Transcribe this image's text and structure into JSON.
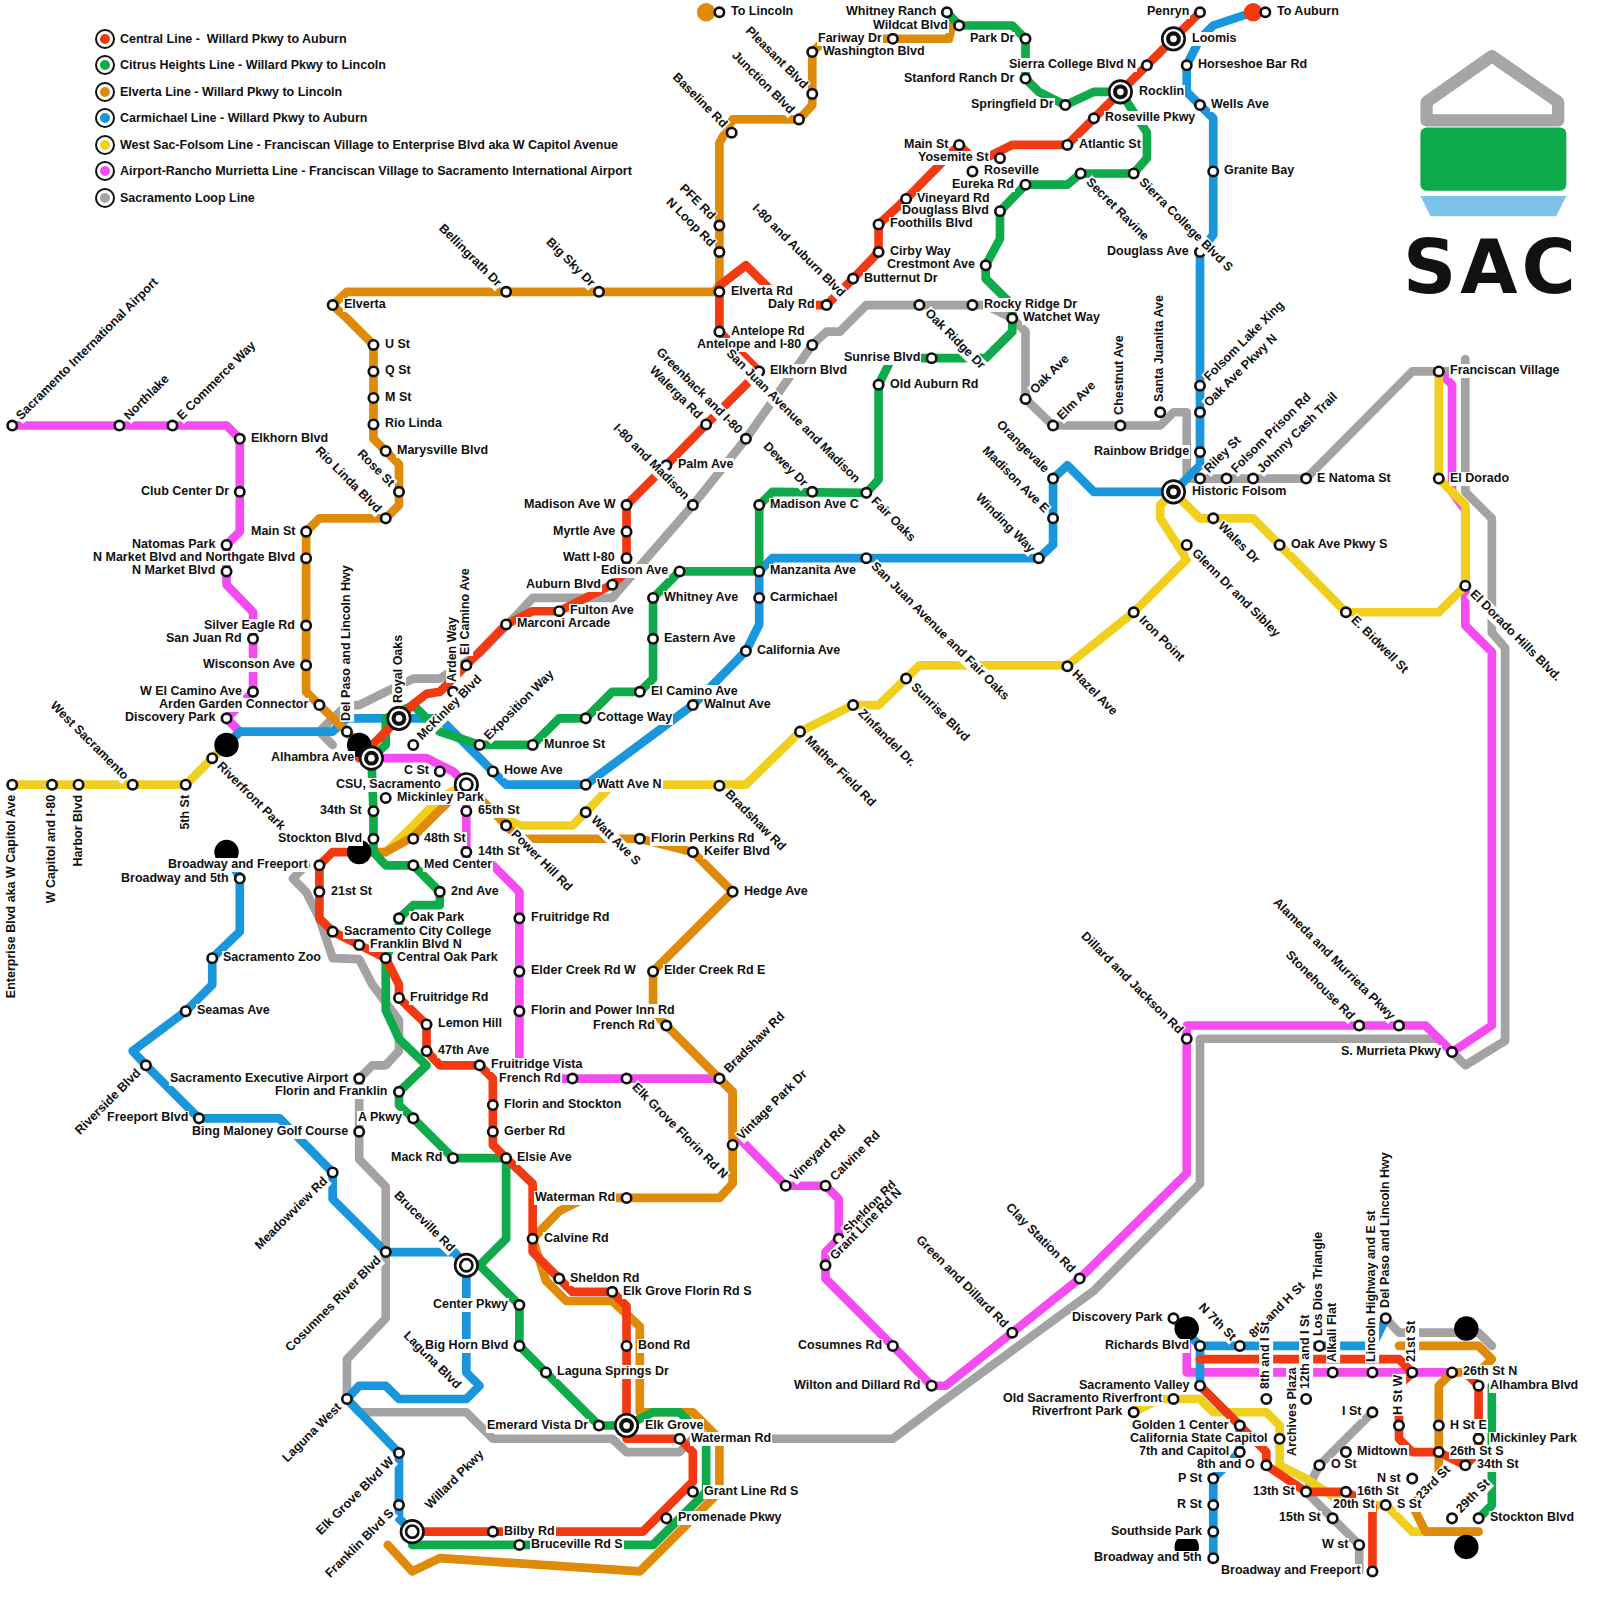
{
  "diagram": {
    "labels": [
      "To Lincoln",
      "To Auburn",
      "Whitney Ranch",
      "Wildcat Blvd",
      "Park Dr",
      "Fariway Dr",
      "Washington Blvd",
      "Pleasant Blvd",
      "Junction Blvd",
      "Baseline Rd",
      "PFE Rd",
      "N Loop Rd",
      "Penryn",
      "Loomis",
      "Horseshoe Bar Rd",
      "Sierra College Blvd N",
      "Stanford Ranch Dr",
      "Rocklin",
      "Springfield Dr",
      "Roseville Pkwy",
      "Wells Ave",
      "Main St",
      "Atlantic St",
      "Yosemite St",
      "Roseville",
      "Eureka Rd",
      "Secret Ravine",
      "Sierra College Blvd S",
      "Granite Bay",
      "Vineyard Rd",
      "Douglass Blvd",
      "Foothills Blvd",
      "Douglass Ave",
      "I-80 and Auburn Blvd",
      "Cirby Way",
      "Crestmont Ave",
      "Butternut Dr",
      "Elverta Rd",
      "Daly Rd",
      "Rocky Ridge Dr",
      "Watchet Way",
      "Oak Ridge Dr",
      "Antelope Rd",
      "Antelope and I-80",
      "Folsom Lake Xing",
      "Oak Ave Pkwy N",
      "Sunrise Blvd",
      "Elkhorn Blvd",
      "Old Auburn Rd",
      "Greenback and I-80",
      "San Juan Avenue and Madison",
      "Walerga Rd",
      "Oak Ave",
      "Elm Ave",
      "Chestnut Ave",
      "Santa Juanita Ave",
      "Rainbow Bridge",
      "Riley St",
      "Folsom Prison Rd",
      "Johnny Cash Trail",
      "E Natoma St",
      "Franciscan Village",
      "El Dorado",
      "Historic Folsom",
      "Orangevale",
      "Madison Ave E",
      "Winding Way",
      "I-80 and Madison",
      "Palm Ave",
      "Dewey Dr",
      "Fair Oaks",
      "Madison Ave C",
      "Madison Ave W",
      "Myrtle Ave",
      "Watt I-80",
      "Edison Ave",
      "Manzanita Ave",
      "San Juan Avenue and Fair Oaks",
      "Wales Dr",
      "Glenn Dr and Sibley",
      "Oak Ave Pkwy S",
      "E. Bidwell St",
      "El Dorado Hills Blvd.",
      "Auburn Blvd",
      "Whitney Ave",
      "Carmichael",
      "Fulton Ave",
      "Marconi Arcade",
      "Eastern Ave",
      "California Ave",
      "Iron Point",
      "Hazel Ave",
      "Sunrise Blvd",
      "Zinfandel Dr.",
      "Mather Field Rd",
      "El Camino Ave",
      "Walnut Ave",
      "Cottage Way",
      "Munroe St",
      "Howe Ave",
      "Watt Ave N",
      "Bradshaw Rd",
      "Watt Ave S",
      "Florin Perkins Rd",
      "Keifer Blvd",
      "Hedge Ave",
      "Elder Creek Rd E",
      "French Rd",
      "Bradshaw Rd",
      "Vintage Park Dr",
      "Elk Grove Florin Rd N",
      "Vineyard Rd",
      "Calvine Rd",
      "Sheldon Rd",
      "Grant Line Rd N",
      "Cosumnes Rd",
      "Wilton and Dillard Rd",
      "Green and Dillard Rd",
      "Clay Station Rd",
      "Dillard and Jackson Rd",
      "Stonehouse Rd",
      "Alameda and Murrieta Pkwy",
      "S. Murrieta Pkwy",
      "Sacramento International Airport",
      "Northlake",
      "E Commerce Way",
      "Elverta",
      "Bellingrath Dr",
      "Big Sky Dr",
      "U St",
      "Q St",
      "M St",
      "Rio Linda",
      "Marysville Blvd",
      "Rose St",
      "Rio Linda Blvd",
      "Elkhorn Blvd",
      "Club Center Dr",
      "Main St",
      "Natomas Park",
      "N Market Blvd and Northgate Blvd",
      "N Market Blvd",
      "Silver Eagle Rd",
      "San Juan Rd",
      "Wisconson Ave",
      "W El Camino Ave",
      "Arden Garden Connector",
      "Discovery Park",
      "Del Paso and Lincoln Hwy",
      "Royal Oaks",
      "Arden Way",
      "El Camino Ave",
      "McKinley Blvd",
      "Exposition Way",
      "Alhambra Ave",
      "West Sacramento",
      "Riverfront Park",
      "C St",
      "CSU, Sacramento",
      "Mickinley Park",
      "34th St",
      "65th St",
      "Power Hill Rd",
      "Stockton Blvd",
      "48th St",
      "14th St",
      "Enterprise Blvd aka W Capitol Ave",
      "W Capitol and I-80",
      "Harbor Blvd",
      "5th St",
      "Broadway and Freeport",
      "Broadway and 5th",
      "Med Center",
      "21st St",
      "2nd Ave",
      "Fruitridge Rd",
      "Oak Park",
      "Sacramento City College",
      "Franklin Blvd N",
      "Sacramento Zoo",
      "Central Oak Park",
      "Elder Creek Rd W",
      "Fruitridge Rd",
      "Seamas Ave",
      "Florin and Power Inn Rd",
      "Lemon Hill",
      "47th Ave",
      "Fruitridge Vista",
      "French Rd",
      "Riverside Blvd",
      "Sacramento Executive Airport",
      "Florin and Franklin",
      "Florin and Stockton",
      "Freeport Blvd",
      "A Pkwy",
      "Bing Maloney Golf Course",
      "Gerber Rd",
      "Mack Rd",
      "Elsie Ave",
      "Meadowview Rd",
      "Waterman Rd",
      "Calvine Rd",
      "Bruceville Rd",
      "Cosumnes River Blvd",
      "Sheldon Rd",
      "Elk Grove Florin Rd S",
      "Center Pkwy",
      "Laguna Blvd",
      "Big Horn Blvd",
      "Bond Rd",
      "Laguna Springs Dr",
      "Laguna West",
      "Emerard Vista Dr",
      "Elk Grove",
      "Waterman Rd",
      "Elk Grove Blvd W",
      "Grant Line Rd S",
      "Willard Pkwy",
      "Franklin Blvd S",
      "Promenade Pkwy",
      "Bilby Rd",
      "Bruceville Rd S",
      "Discovery Park",
      "N 7th St",
      "8th and H St",
      "8th and I St",
      "Archives Plaza",
      "12th and I St",
      "Los Dios Triangle",
      "Alkali Flat",
      "Lincoln Highway and E st",
      "Del Paso and Lincoln Hwy",
      "21st St",
      "26th St N",
      "Alhambra Blvd",
      "Richards Blvd",
      "Sacramento Valley",
      "Old Sacramento Riverfront",
      "I St",
      "H St W",
      "H St E",
      "Riverfront Park",
      "Golden 1 Center",
      "California State Capitol",
      "7th and Capitol",
      "Midtown",
      "26th St S",
      "Mickinley Park",
      "8th and O",
      "O St",
      "34th St",
      "N st",
      "23rd St",
      "P St",
      "13th St",
      "16th St",
      "R St",
      "20th St",
      "S St",
      "15th St",
      "29th St",
      "Stockton Blvd",
      "Southside Park",
      "W st",
      "Broadway and 5th",
      "Broadway and Freeport",
      "SAC"
    ],
    "legend": [
      {
        "text": "Central Line -  Willard Pkwy to Auburn",
        "color": "#f23a12"
      },
      {
        "text": "Citrus Heights Line - Willard Pkwy to Lincoln",
        "color": "#0fab4b"
      },
      {
        "text": "Elverta Line - Willard Pkwy to Lincoln",
        "color": "#e08a0a"
      },
      {
        "text": "Carmichael Line - Willard Pkwy to Auburn",
        "color": "#1a96dc"
      },
      {
        "text": "West Sac-Folsom Line - Franciscan Village to Enterprise Blvd aka W Capitol Avenue",
        "color": "#f0cf1f"
      },
      {
        "text": "Airport-Rancho Murrietta Line - Franciscan Village to Sacramento International Airport",
        "color": "#f54cf2"
      },
      {
        "text": "Sacramento Loop Line",
        "color": "#a3a3a3"
      }
    ]
  }
}
